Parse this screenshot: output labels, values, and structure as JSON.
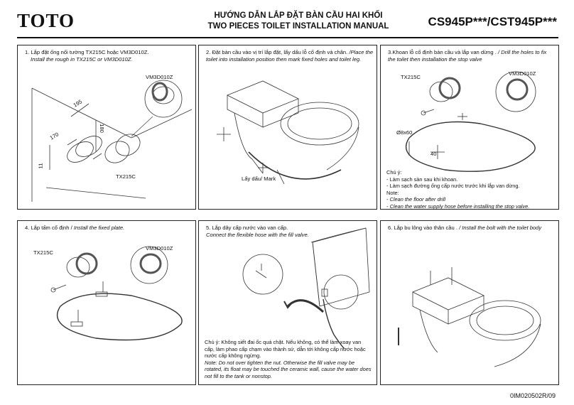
{
  "header": {
    "brand": "TOTO",
    "title_vi": "HƯỚNG DẪN LẮP ĐẶT BÀN CẦU HAI KHỐI",
    "title_en": "TWO PIECES TOILET INSTALLATION MANUAL",
    "model": "CS945P***/CST945P***"
  },
  "steps": [
    {
      "vi": "1. Lắp đặt ống nối tường TX215C hoặc VM3D010Z.",
      "en": "Install the rough in TX215C or VM3D010Z.",
      "labels": {
        "vm": "VM3D010Z",
        "tx": "TX215C",
        "d195": "195",
        "d180": "180",
        "d170": "170",
        "d11": "11"
      }
    },
    {
      "vi": "2. Đặt bàn cầu vào vị trí lắp đặt, lấy dấu lỗ cố định và chân.",
      "en": "/Place the toilet into installation position then mark fixed holes and toilet leg.",
      "labels": {
        "mark": "Lấy dấu/ Mark"
      }
    },
    {
      "vi": "3.Khoan lỗ cố định bàn cầu và lắp van dừng .",
      "en": "/ Drill the holes to fix the toilet then installation the stop valve",
      "labels": {
        "tx": "TX215C",
        "vm": "VM3D010Z",
        "drill": "Ø8x60",
        "d40": "40"
      },
      "notes": {
        "head": "Chú ý:",
        "l1": "- Làm sạch sàn sau khi khoan.",
        "l2": "- Làm sạch đường ống cấp nước trước khi lắp van dừng.",
        "note": "Note:",
        "e1": "- Clean the floor after drill",
        "e2": "- Clean the water supply hose before installing the stop valve."
      }
    },
    {
      "vi": "4. Lắp tấm cố định /",
      "en": "Install the fixed plate.",
      "labels": {
        "tx": "TX215C",
        "vm": "VM3D010Z"
      }
    },
    {
      "vi": "5. Lắp dây cấp nước vào van cấp.",
      "en": "Connect the flexible hose with the fill valve.",
      "notes": {
        "vi": "Chú ý: Không siết đai ốc quá chặt. Nếu không, có thể làm xoay van cấp, làm phao cấp chạm vào thành sứ, dẫn tới không cấp nước hoặc nước cấp không ngừng.",
        "en": "Note: Do not over tighten the nut. Otherwise the fill valve may be rotated, its float may be touched the ceramic wall, cause the water does not fill to the tank or nonstop."
      }
    },
    {
      "vi": "6. Lắp bu lông vào thân cầu .",
      "en": "/ Install the bolt with the toilet body"
    }
  ],
  "footer": {
    "code": "0IM020502R/09"
  }
}
